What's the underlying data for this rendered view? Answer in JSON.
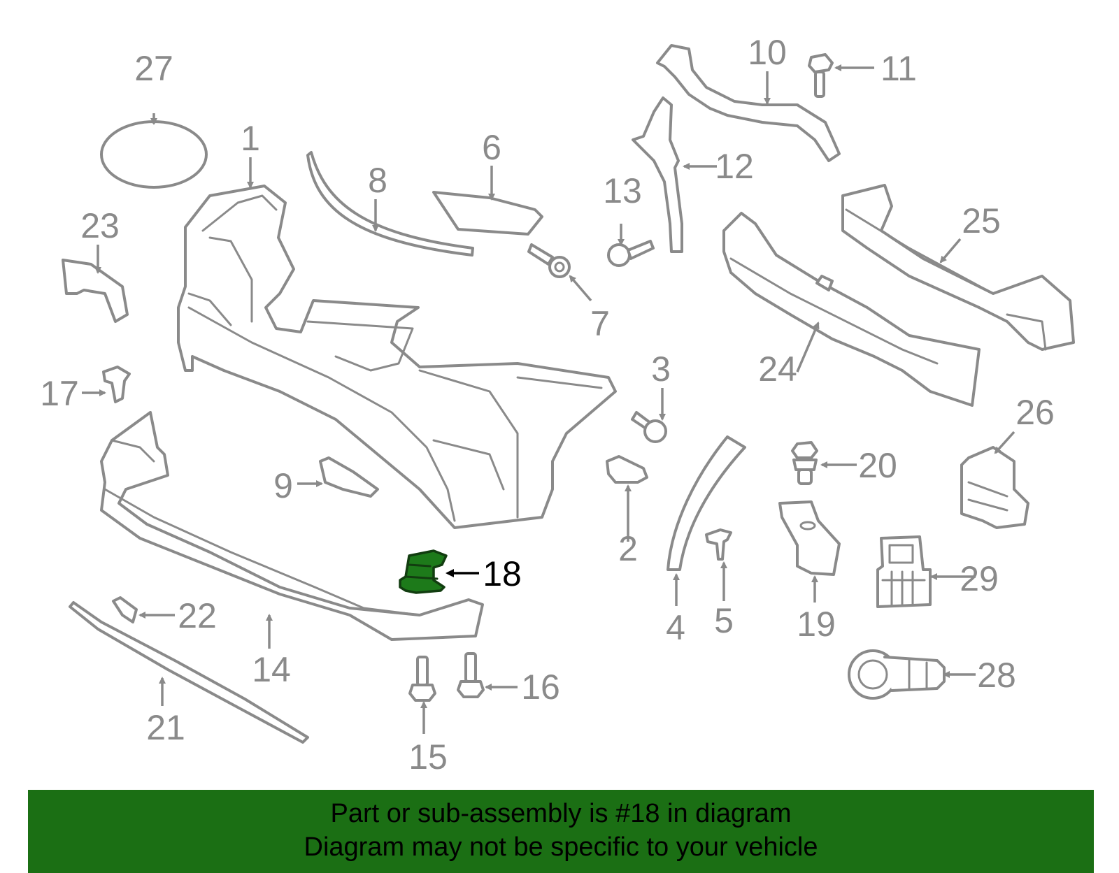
{
  "callouts": {
    "c1": "1",
    "c2": "2",
    "c3": "3",
    "c4": "4",
    "c5": "5",
    "c6": "6",
    "c7": "7",
    "c8": "8",
    "c9": "9",
    "c10": "10",
    "c11": "11",
    "c12": "12",
    "c13": "13",
    "c14": "14",
    "c15": "15",
    "c16": "16",
    "c17": "17",
    "c18": "18",
    "c19": "19",
    "c20": "20",
    "c21": "21",
    "c22": "22",
    "c23": "23",
    "c24": "24",
    "c25": "25",
    "c26": "26",
    "c27": "27",
    "c28": "28",
    "c29": "29"
  },
  "highlight": {
    "part": "18",
    "color": "#1d7a1a"
  },
  "banner": {
    "line1": "Part or sub-assembly is #18 in diagram",
    "line2": "Diagram may not be specific to your vehicle",
    "background": "#1b6f14"
  },
  "colors": {
    "line": "#8a8a8a",
    "label": "#8a8a8a",
    "highlight_label": "#000000"
  }
}
